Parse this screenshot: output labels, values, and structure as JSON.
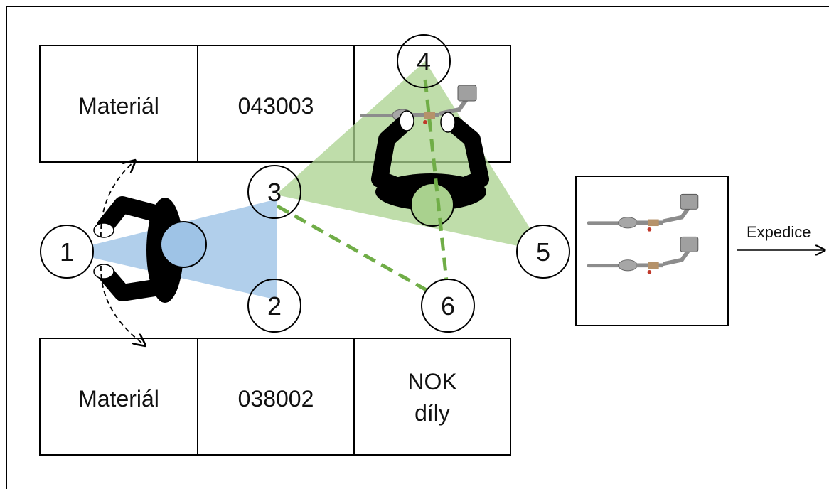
{
  "top_row": {
    "cells": [
      "Materiál",
      "043003",
      ""
    ]
  },
  "bottom_row": {
    "cells": [
      "Materiál",
      "038002",
      "NOK",
      "díly"
    ]
  },
  "points": [
    "1",
    "2",
    "3",
    "4",
    "5",
    "6"
  ],
  "expedice_label": "Expedice",
  "colors": {
    "blue_zone": "#9ec3e6",
    "green_zone": "#a9d18e",
    "green_path": "#70ad47",
    "operator": "#000000"
  },
  "icons": [
    "operator-figure-icon",
    "exhaust-part-icon",
    "swing-arrow-icon",
    "arrow-right-icon"
  ]
}
